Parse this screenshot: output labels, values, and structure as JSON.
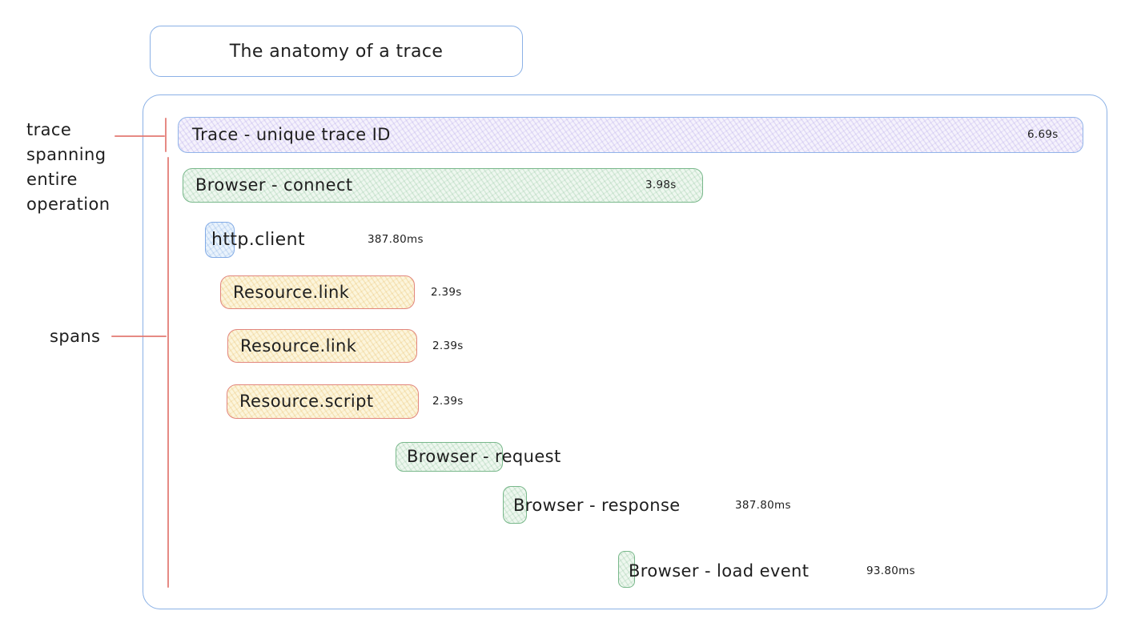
{
  "page": {
    "title": "The anatomy of a trace"
  },
  "annotations": {
    "trace_note": "trace\nspanning\nentire\noperation",
    "spans_note": "spans"
  },
  "trace": {
    "label": "Trace - unique trace ID",
    "duration": "6.69s"
  },
  "spans": [
    {
      "label": "Browser - connect",
      "duration": "3.98s",
      "kind": "browser-green"
    },
    {
      "label": "http.client",
      "duration": "387.80ms",
      "kind": "http-blue"
    },
    {
      "label": "Resource.link",
      "duration": "2.39s",
      "kind": "resource-yellow"
    },
    {
      "label": "Resource.link",
      "duration": "2.39s",
      "kind": "resource-yellow"
    },
    {
      "label": "Resource.script",
      "duration": "2.39s",
      "kind": "resource-yellow"
    },
    {
      "label": "Browser - request",
      "duration": "",
      "kind": "browser-green"
    },
    {
      "label": "Browser - response",
      "duration": "387.80ms",
      "kind": "browser-green"
    },
    {
      "label": "Browser - load event",
      "duration": "93.80ms",
      "kind": "browser-green"
    }
  ],
  "colors": {
    "blue_border": "#8bb1e6",
    "purple_fill": "#f5f2fc",
    "green_border": "#79b88b",
    "green_fill": "#eef7ef",
    "blue_fill": "#eaf3fc",
    "yellow_fill": "#fcf5dc",
    "red_border": "#e2867d",
    "annotation_line": "#e2766e",
    "text": "#1e1e1e"
  }
}
